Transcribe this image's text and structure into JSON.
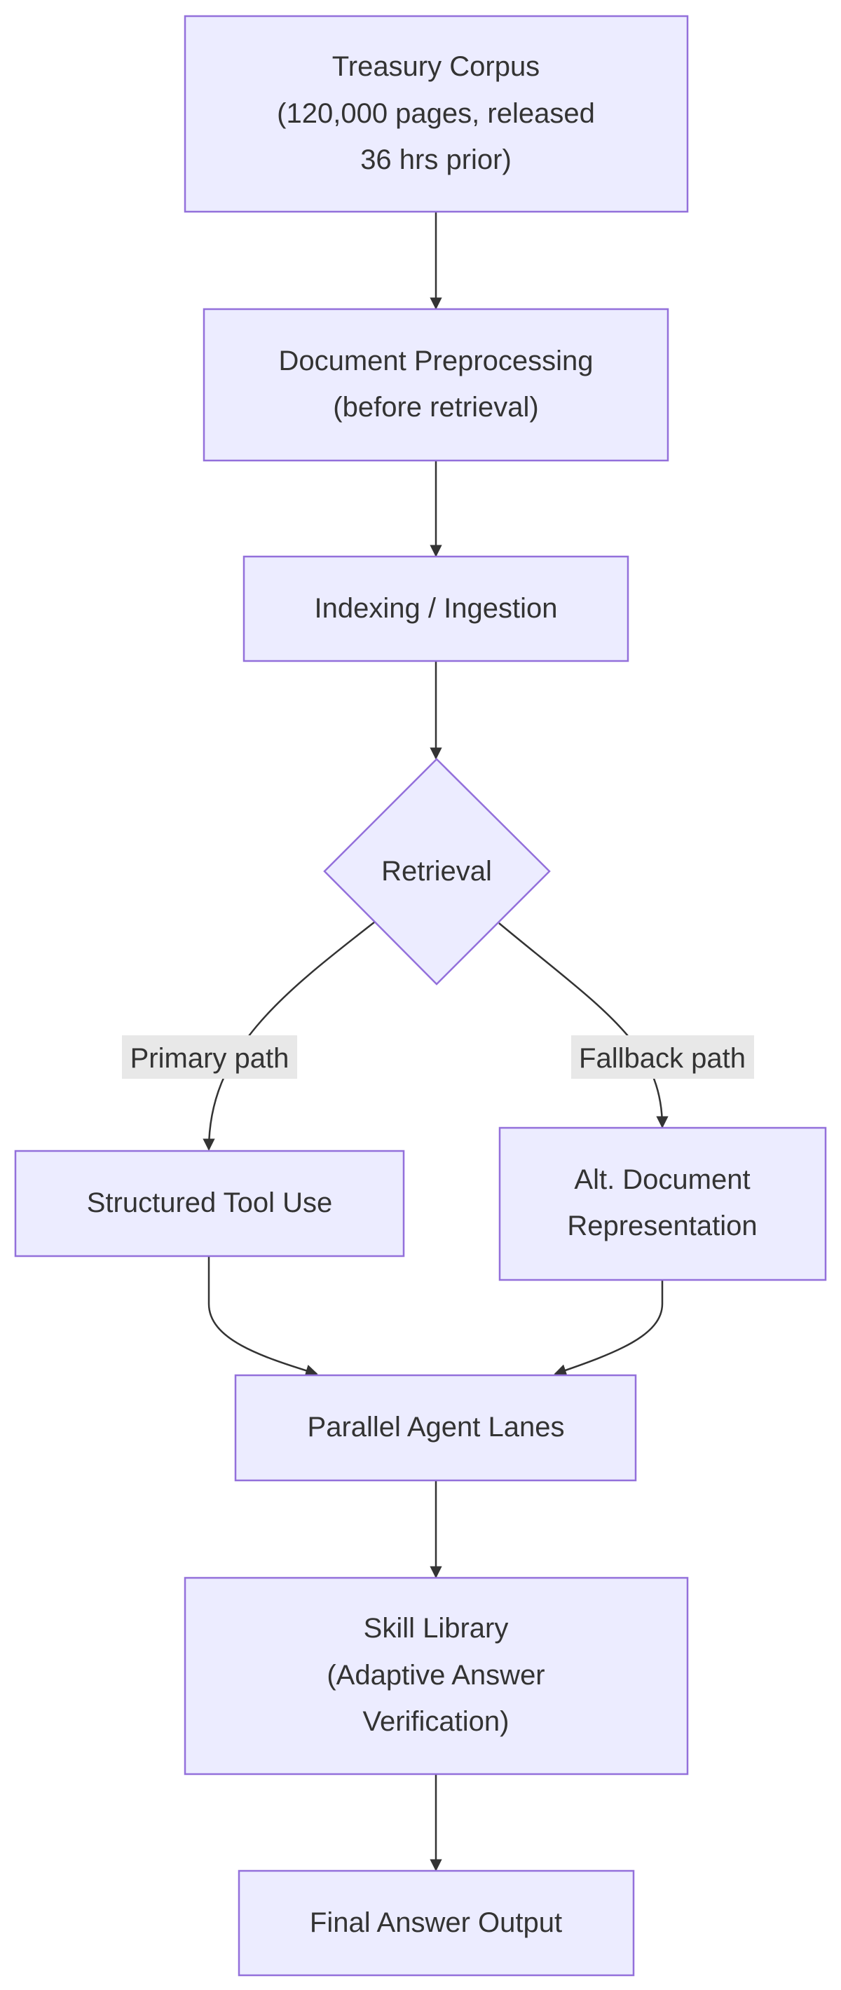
{
  "nodes": [
    {
      "id": "treasury_corpus",
      "lines": [
        "Treasury Corpus",
        "(120,000 pages, released",
        "36 hrs prior)"
      ]
    },
    {
      "id": "document_preprocessing",
      "lines": [
        "Document Preprocessing",
        "(before retrieval)"
      ]
    },
    {
      "id": "indexing_ingestion",
      "lines": [
        "Indexing / Ingestion"
      ]
    },
    {
      "id": "retrieval",
      "lines": [
        "Retrieval"
      ]
    },
    {
      "id": "structured_tool_use",
      "lines": [
        "Structured Tool Use"
      ]
    },
    {
      "id": "alt_document_representation",
      "lines": [
        "Alt. Document",
        "Representation"
      ]
    },
    {
      "id": "parallel_agent_lanes",
      "lines": [
        "Parallel Agent Lanes"
      ]
    },
    {
      "id": "skill_library",
      "lines": [
        "Skill Library",
        "(Adaptive Answer",
        "Verification)"
      ]
    },
    {
      "id": "final_answer_output",
      "lines": [
        "Final Answer Output"
      ]
    }
  ],
  "edges": [
    {
      "from": "treasury_corpus",
      "to": "document_preprocessing",
      "label": ""
    },
    {
      "from": "document_preprocessing",
      "to": "indexing_ingestion",
      "label": ""
    },
    {
      "from": "indexing_ingestion",
      "to": "retrieval",
      "label": ""
    },
    {
      "from": "retrieval",
      "to": "structured_tool_use",
      "label": "Primary path"
    },
    {
      "from": "retrieval",
      "to": "alt_document_representation",
      "label": "Fallback path"
    },
    {
      "from": "structured_tool_use",
      "to": "parallel_agent_lanes",
      "label": ""
    },
    {
      "from": "alt_document_representation",
      "to": "parallel_agent_lanes",
      "label": ""
    },
    {
      "from": "parallel_agent_lanes",
      "to": "skill_library",
      "label": ""
    },
    {
      "from": "skill_library",
      "to": "final_answer_output",
      "label": ""
    }
  ],
  "colors": {
    "node_fill": "#ececff",
    "node_stroke": "#9370db",
    "edge": "#333333",
    "text": "#333333",
    "label_bg": "#e8e8e8"
  }
}
